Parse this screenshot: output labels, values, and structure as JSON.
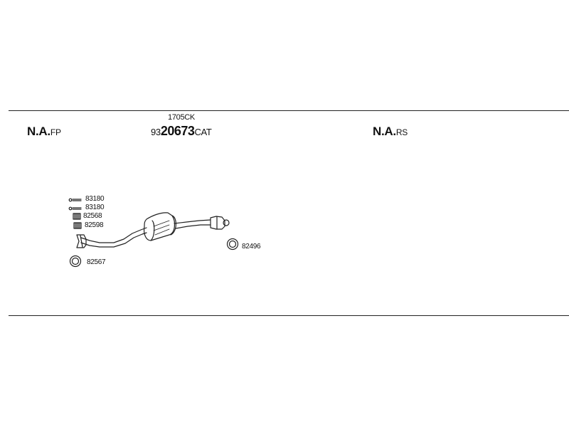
{
  "header_labels": {
    "front_pipe": {
      "main": "N.A.",
      "suffix": "FP"
    },
    "rear_silencer": {
      "main": "N.A.",
      "suffix": "RS"
    }
  },
  "catalyst": {
    "code": "1705CK",
    "part_prefix": "93",
    "part_number": "20673",
    "part_suffix": "CAT"
  },
  "parts": {
    "bolt_1": "83180",
    "bolt_2": "83180",
    "spring_1": "82568",
    "spring_2": "82598",
    "gasket_front": "82567",
    "gasket_rear": "82496"
  },
  "colors": {
    "line": "#222222",
    "text": "#111111",
    "background": "#ffffff"
  }
}
